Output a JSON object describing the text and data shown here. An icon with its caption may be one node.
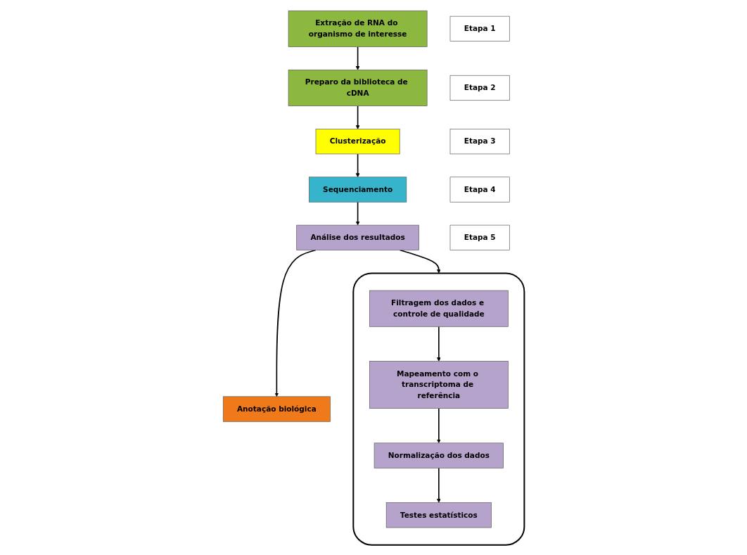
{
  "diagram": {
    "nodes": [
      {
        "text": [
          "Etapa 1"
        ]
      },
      {
        "text": [
          "Extração de RNA do organismo de interesse"
        ]
      },
      {
        "text": [
          "Preparo da biblioteca de cDNA"
        ]
      },
      {
        "text": [
          "Etapa 2"
        ]
      },
      {
        "text": [
          "Clusterização"
        ]
      },
      {
        "text": [
          "Etapa 3"
        ]
      },
      {
        "text": [
          "Sequenciamento"
        ]
      },
      {
        "text": [
          "Etapa 4"
        ]
      },
      {
        "text": [
          "Análise dos resultados"
        ]
      },
      {
        "text": [
          "Etapa 5"
        ]
      },
      {
        "text": [
          "Anotação biológica"
        ]
      },
      {
        "text": [],
        "shape": "bracket"
      },
      {
        "text": [
          "Filtragem dos dados e controle de qualidade"
        ],
        "in": 11
      },
      {
        "text": [
          "Mapeamento com o transcriptoma de referência"
        ],
        "in": 11
      },
      {
        "text": [
          "Normalização dos dados"
        ],
        "in": 11
      },
      {
        "text": [
          "Testes estatísticos"
        ],
        "in": 11
      }
    ],
    "edges": [
      {
        "from": 1,
        "to": 2,
        "arrow": "to"
      },
      {
        "from": 2,
        "to": 4,
        "arrow": "to"
      },
      {
        "from": 4,
        "to": 6,
        "arrow": "to"
      },
      {
        "from": 6,
        "to": 8,
        "arrow": "to"
      },
      {
        "from": 8,
        "to": 10,
        "arrow": "to"
      },
      {
        "from": 8,
        "to": 11,
        "arrow": "to"
      },
      {
        "from": 12,
        "to": 13,
        "arrow": "to"
      },
      {
        "from": 13,
        "to": 14,
        "arrow": "to"
      },
      {
        "from": 14,
        "to": 15,
        "arrow": "to"
      }
    ]
  }
}
